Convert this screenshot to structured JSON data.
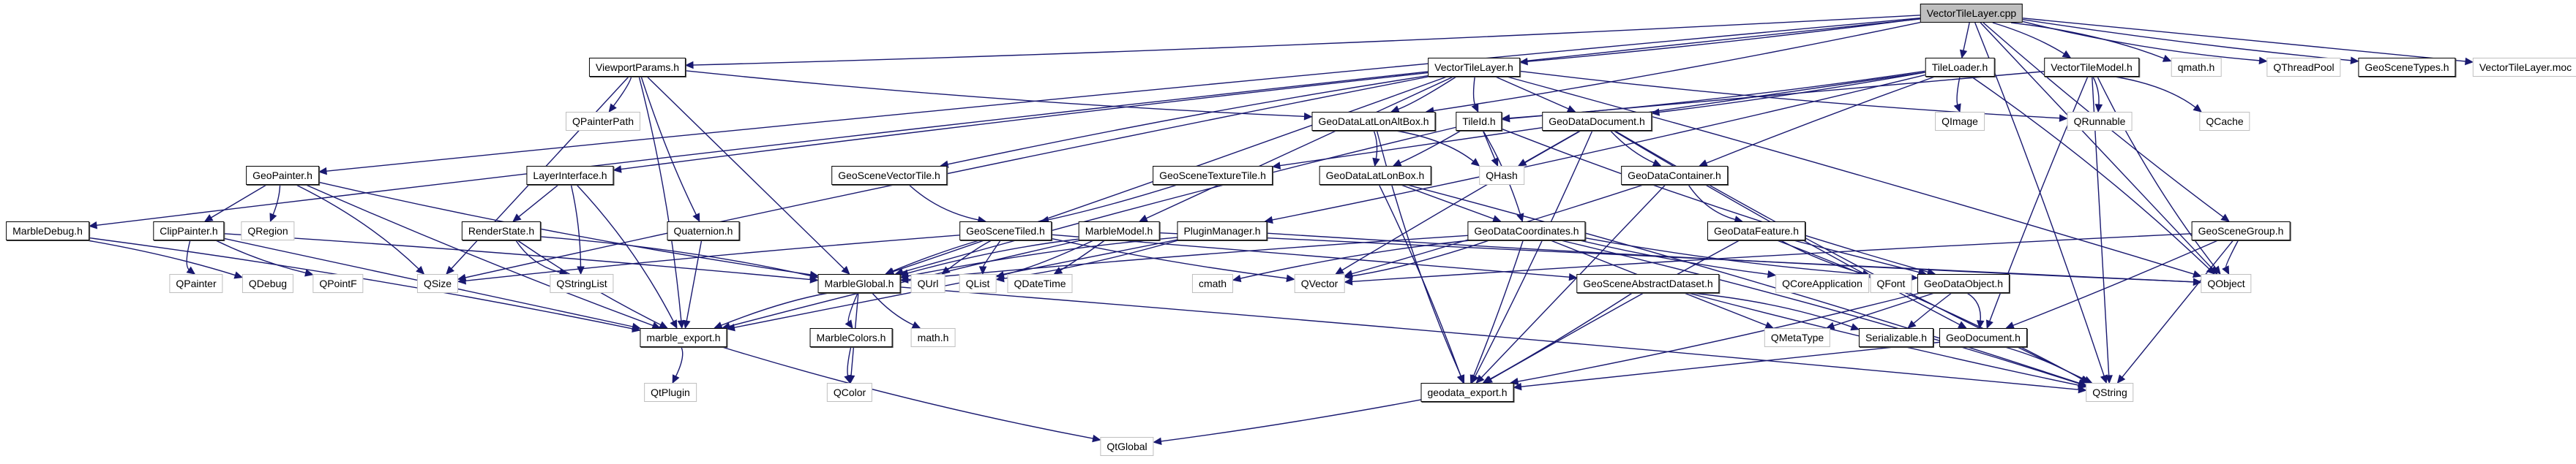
{
  "title": "VectorTileLayer.cpp include dependency graph",
  "colors": {
    "edge": "#191970",
    "root_fill": "#bfbfbf",
    "doc_border": "#000000",
    "external_border": "#bfbfbf"
  },
  "nodes": [
    {
      "id": "n0",
      "label": "VectorTileLayer.cpp",
      "kind": "root"
    },
    {
      "id": "n1",
      "label": "ViewportParams.h",
      "kind": "doc"
    },
    {
      "id": "n2",
      "label": "VectorTileLayer.h",
      "kind": "doc"
    },
    {
      "id": "n3",
      "label": "TileLoader.h",
      "kind": "doc"
    },
    {
      "id": "n4",
      "label": "VectorTileModel.h",
      "kind": "doc"
    },
    {
      "id": "n5",
      "label": "qmath.h",
      "kind": "ext"
    },
    {
      "id": "n6",
      "label": "QThreadPool",
      "kind": "ext"
    },
    {
      "id": "n7",
      "label": "GeoSceneTypes.h",
      "kind": "doc"
    },
    {
      "id": "n8",
      "label": "VectorTileLayer.moc",
      "kind": "ext"
    },
    {
      "id": "n9",
      "label": "QPainterPath",
      "kind": "ext"
    },
    {
      "id": "n10",
      "label": "GeoDataLatLonAltBox.h",
      "kind": "doc"
    },
    {
      "id": "n11",
      "label": "TileId.h",
      "kind": "doc"
    },
    {
      "id": "n12",
      "label": "GeoDataDocument.h",
      "kind": "doc"
    },
    {
      "id": "n13",
      "label": "QImage",
      "kind": "ext"
    },
    {
      "id": "n14",
      "label": "QRunnable",
      "kind": "ext"
    },
    {
      "id": "n15",
      "label": "QCache",
      "kind": "ext"
    },
    {
      "id": "n16",
      "label": "GeoPainter.h",
      "kind": "doc"
    },
    {
      "id": "n17",
      "label": "LayerInterface.h",
      "kind": "doc"
    },
    {
      "id": "n18",
      "label": "GeoSceneVectorTile.h",
      "kind": "doc"
    },
    {
      "id": "n19",
      "label": "GeoSceneTextureTile.h",
      "kind": "doc"
    },
    {
      "id": "n20",
      "label": "GeoDataLatLonBox.h",
      "kind": "doc"
    },
    {
      "id": "n21",
      "label": "QHash",
      "kind": "ext"
    },
    {
      "id": "n22",
      "label": "GeoDataContainer.h",
      "kind": "doc"
    },
    {
      "id": "n23",
      "label": "MarbleDebug.h",
      "kind": "doc"
    },
    {
      "id": "n24",
      "label": "ClipPainter.h",
      "kind": "doc"
    },
    {
      "id": "n25",
      "label": "QRegion",
      "kind": "ext"
    },
    {
      "id": "n26",
      "label": "RenderState.h",
      "kind": "doc"
    },
    {
      "id": "n27",
      "label": "Quaternion.h",
      "kind": "doc"
    },
    {
      "id": "n28",
      "label": "GeoSceneTiled.h",
      "kind": "doc"
    },
    {
      "id": "n29",
      "label": "MarbleModel.h",
      "kind": "doc"
    },
    {
      "id": "n30",
      "label": "PluginManager.h",
      "kind": "doc"
    },
    {
      "id": "n31",
      "label": "GeoDataCoordinates.h",
      "kind": "doc"
    },
    {
      "id": "n32",
      "label": "GeoDataFeature.h",
      "kind": "doc"
    },
    {
      "id": "n33",
      "label": "GeoSceneGroup.h",
      "kind": "doc"
    },
    {
      "id": "n34",
      "label": "QPainter",
      "kind": "ext"
    },
    {
      "id": "n35",
      "label": "QDebug",
      "kind": "ext"
    },
    {
      "id": "n36",
      "label": "QPointF",
      "kind": "ext"
    },
    {
      "id": "n37",
      "label": "QSize",
      "kind": "ext"
    },
    {
      "id": "n38",
      "label": "QStringList",
      "kind": "ext"
    },
    {
      "id": "n39",
      "label": "MarbleGlobal.h",
      "kind": "doc"
    },
    {
      "id": "n40",
      "label": "QUrl",
      "kind": "ext"
    },
    {
      "id": "n41",
      "label": "QList",
      "kind": "ext"
    },
    {
      "id": "n42",
      "label": "QDateTime",
      "kind": "ext"
    },
    {
      "id": "n43",
      "label": "cmath",
      "kind": "ext"
    },
    {
      "id": "n44",
      "label": "QVector",
      "kind": "ext"
    },
    {
      "id": "n45",
      "label": "GeoSceneAbstractDataset.h",
      "kind": "doc"
    },
    {
      "id": "n46",
      "label": "QCoreApplication",
      "kind": "ext"
    },
    {
      "id": "n47",
      "label": "QFont",
      "kind": "ext"
    },
    {
      "id": "n48",
      "label": "GeoDataObject.h",
      "kind": "doc"
    },
    {
      "id": "n49",
      "label": "QObject",
      "kind": "ext"
    },
    {
      "id": "n50",
      "label": "marble_export.h",
      "kind": "doc"
    },
    {
      "id": "n51",
      "label": "MarbleColors.h",
      "kind": "doc"
    },
    {
      "id": "n52",
      "label": "math.h",
      "kind": "ext"
    },
    {
      "id": "n53",
      "label": "QMetaType",
      "kind": "ext"
    },
    {
      "id": "n54",
      "label": "Serializable.h",
      "kind": "doc"
    },
    {
      "id": "n55",
      "label": "GeoDocument.h",
      "kind": "doc"
    },
    {
      "id": "n56",
      "label": "QtPlugin",
      "kind": "ext"
    },
    {
      "id": "n57",
      "label": "QColor",
      "kind": "ext"
    },
    {
      "id": "n58",
      "label": "geodata_export.h",
      "kind": "doc"
    },
    {
      "id": "n59",
      "label": "QString",
      "kind": "ext"
    },
    {
      "id": "n60",
      "label": "QtGlobal",
      "kind": "ext"
    }
  ],
  "edges": [
    [
      "n0",
      "n1"
    ],
    [
      "n0",
      "n2"
    ],
    [
      "n0",
      "n3"
    ],
    [
      "n0",
      "n4"
    ],
    [
      "n0",
      "n5"
    ],
    [
      "n0",
      "n6"
    ],
    [
      "n0",
      "n7"
    ],
    [
      "n0",
      "n8"
    ],
    [
      "n0",
      "n16"
    ],
    [
      "n0",
      "n23"
    ],
    [
      "n0",
      "n10"
    ],
    [
      "n0",
      "n33"
    ],
    [
      "n0",
      "n49"
    ],
    [
      "n0",
      "n59"
    ],
    [
      "n1",
      "n9"
    ],
    [
      "n1",
      "n10"
    ],
    [
      "n1",
      "n27"
    ],
    [
      "n1",
      "n39"
    ],
    [
      "n1",
      "n37"
    ],
    [
      "n1",
      "n50"
    ],
    [
      "n2",
      "n10"
    ],
    [
      "n2",
      "n11"
    ],
    [
      "n2",
      "n12"
    ],
    [
      "n2",
      "n17"
    ],
    [
      "n2",
      "n18"
    ],
    [
      "n2",
      "n14"
    ],
    [
      "n2",
      "n39"
    ],
    [
      "n2",
      "n29"
    ],
    [
      "n2",
      "n49"
    ],
    [
      "n2",
      "n37"
    ],
    [
      "n3",
      "n11"
    ],
    [
      "n3",
      "n13"
    ],
    [
      "n3",
      "n19"
    ],
    [
      "n3",
      "n22"
    ],
    [
      "n3",
      "n49"
    ],
    [
      "n3",
      "n30"
    ],
    [
      "n3",
      "n12"
    ],
    [
      "n4",
      "n11"
    ],
    [
      "n4",
      "n14"
    ],
    [
      "n4",
      "n15"
    ],
    [
      "n4",
      "n49"
    ],
    [
      "n4",
      "n55"
    ],
    [
      "n4",
      "n59"
    ],
    [
      "n10",
      "n20"
    ],
    [
      "n10",
      "n21"
    ],
    [
      "n10",
      "n58"
    ],
    [
      "n11",
      "n20"
    ],
    [
      "n11",
      "n21"
    ],
    [
      "n11",
      "n31"
    ],
    [
      "n11",
      "n39"
    ],
    [
      "n11",
      "n48"
    ],
    [
      "n12",
      "n22"
    ],
    [
      "n12",
      "n21"
    ],
    [
      "n12",
      "n44"
    ],
    [
      "n12",
      "n58"
    ],
    [
      "n12",
      "n59"
    ],
    [
      "n12",
      "n55"
    ],
    [
      "n16",
      "n24"
    ],
    [
      "n16",
      "n25"
    ],
    [
      "n16",
      "n37"
    ],
    [
      "n16",
      "n39"
    ],
    [
      "n16",
      "n50"
    ],
    [
      "n17",
      "n26"
    ],
    [
      "n17",
      "n38"
    ],
    [
      "n17",
      "n50"
    ],
    [
      "n18",
      "n28"
    ],
    [
      "n19",
      "n28"
    ],
    [
      "n20",
      "n31"
    ],
    [
      "n20",
      "n58"
    ],
    [
      "n20",
      "n59"
    ],
    [
      "n22",
      "n32"
    ],
    [
      "n22",
      "n44"
    ],
    [
      "n22",
      "n58"
    ],
    [
      "n23",
      "n35"
    ],
    [
      "n23",
      "n50"
    ],
    [
      "n24",
      "n34"
    ],
    [
      "n24",
      "n36"
    ],
    [
      "n24",
      "n50"
    ],
    [
      "n24",
      "n39"
    ],
    [
      "n26",
      "n39"
    ],
    [
      "n26",
      "n38"
    ],
    [
      "n26",
      "n50"
    ],
    [
      "n27",
      "n50"
    ],
    [
      "n28",
      "n39"
    ],
    [
      "n28",
      "n40"
    ],
    [
      "n28",
      "n41"
    ],
    [
      "n28",
      "n44"
    ],
    [
      "n28",
      "n45"
    ],
    [
      "n28",
      "n37"
    ],
    [
      "n29",
      "n39"
    ],
    [
      "n29",
      "n41"
    ],
    [
      "n29",
      "n42"
    ],
    [
      "n29",
      "n49"
    ],
    [
      "n29",
      "n50"
    ],
    [
      "n30",
      "n39"
    ],
    [
      "n30",
      "n41"
    ],
    [
      "n30",
      "n49"
    ],
    [
      "n30",
      "n50"
    ],
    [
      "n31",
      "n39"
    ],
    [
      "n31",
      "n43"
    ],
    [
      "n31",
      "n44"
    ],
    [
      "n31",
      "n46"
    ],
    [
      "n31",
      "n53"
    ],
    [
      "n31",
      "n58"
    ],
    [
      "n31",
      "n59"
    ],
    [
      "n31",
      "n48"
    ],
    [
      "n32",
      "n47"
    ],
    [
      "n32",
      "n48"
    ],
    [
      "n32",
      "n58"
    ],
    [
      "n32",
      "n59"
    ],
    [
      "n33",
      "n49"
    ],
    [
      "n33",
      "n55"
    ],
    [
      "n33",
      "n59"
    ],
    [
      "n33",
      "n44"
    ],
    [
      "n39",
      "n50"
    ],
    [
      "n39",
      "n51"
    ],
    [
      "n39",
      "n52"
    ],
    [
      "n39",
      "n57"
    ],
    [
      "n39",
      "n59"
    ],
    [
      "n45",
      "n54"
    ],
    [
      "n45",
      "n58"
    ],
    [
      "n45",
      "n59"
    ],
    [
      "n48",
      "n53"
    ],
    [
      "n48",
      "n54"
    ],
    [
      "n48",
      "n55"
    ],
    [
      "n48",
      "n58"
    ],
    [
      "n51",
      "n57"
    ],
    [
      "n55",
      "n58"
    ],
    [
      "n55",
      "n59"
    ],
    [
      "n50",
      "n56"
    ],
    [
      "n50",
      "n60"
    ],
    [
      "n58",
      "n60"
    ]
  ]
}
